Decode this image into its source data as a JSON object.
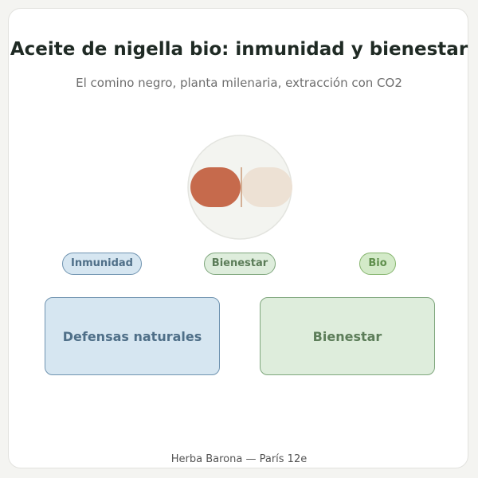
{
  "header": {
    "title": "Aceite de nigella bio: inmunidad y bienestar",
    "subtitle": "El comino negro, planta milenaria, extracción con CO2"
  },
  "emblem": {
    "icon": "capsule-icon",
    "left_color": "#c66a4c",
    "right_color": "#ede1d4"
  },
  "tags": {
    "inmunidad": "Inmunidad",
    "bienestar": "Bienestar",
    "bio": "Bio"
  },
  "boxes": {
    "defensas": "Defensas naturales",
    "bienestar": "Bienestar"
  },
  "footer": {
    "brand": "Herba Barona — París 12e"
  },
  "colors": {
    "blue_fill": "#d6e6f1",
    "blue_stroke": "#6f93b0",
    "green_fill": "#deeddc",
    "green_stroke": "#7ea67c",
    "bio_fill": "#d3eac8"
  }
}
